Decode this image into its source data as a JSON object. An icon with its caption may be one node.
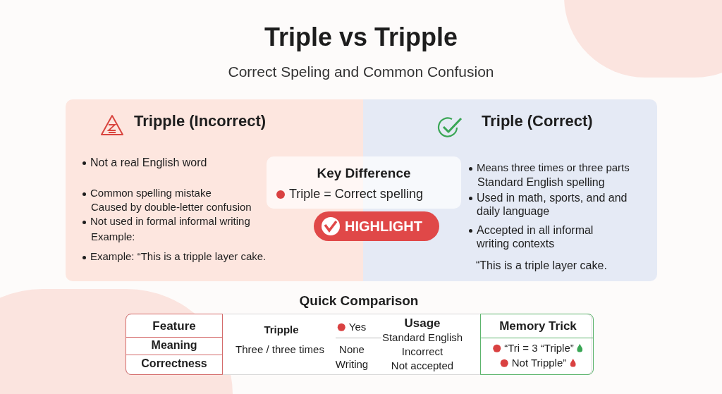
{
  "diagram": {
    "title": "Triple vs Tripple",
    "nodes": [
      {
        "text": [
          "Tripple (Incorrect)",
          "Not a real English word",
          "Common spelling mistake",
          "Caused by double-letter confusion",
          "Not used in formal informal writing",
          "Example:",
          "Example: “This is a tripple layer cake."
        ]
      },
      {
        "text": [
          "Triple (Correct)",
          "Means three times or three parts",
          "Standard English spelling",
          "Used in math, sports, and and daily language",
          "Accepted in all informal writing contexts",
          "“This is a triple layer cake."
        ]
      },
      {
        "text": [
          "Key Difference",
          "Triple = Correct spelling"
        ]
      },
      {
        "text": [
          "HIGHLIGHT"
        ]
      },
      {
        "text": [
          "Quick Comparison",
          "Feature",
          "Meaning",
          "Correctness",
          "Tripple",
          "Three / three times",
          "Yes",
          "None",
          "Writing",
          "Usage",
          "Standard English",
          "Incorrect",
          "Not accepted",
          "Memory Trick",
          "“Tri = 3 “Triple”",
          "Not Tripple”"
        ]
      }
    ],
    "edges": [],
    "labels": [
      "Correct Speling and Common Confusion"
    ]
  }
}
